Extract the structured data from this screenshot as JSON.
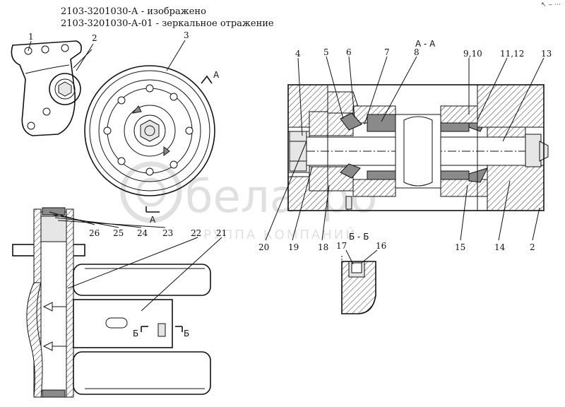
{
  "caption": {
    "line1": "2103-3201030-А - изображено",
    "line2": "2103-3201030-А-01 - зеркальное отражение"
  },
  "corner_mark": "↖ ‒ ⋯",
  "section_titles": {
    "aa": "А - А",
    "bb": "Б - Б"
  },
  "section_marks": {
    "a_top": "А",
    "a_bottom": "А",
    "b_left": "Б",
    "b_right": "Б"
  },
  "callouts": {
    "c1": "1",
    "c2": "2",
    "c3": "3",
    "c4": "4",
    "c5": "5",
    "c6": "6",
    "c7": "7",
    "c8": "8",
    "c910": "9,10",
    "c1112": "11,12",
    "c13": "13",
    "c20": "20",
    "c19": "19",
    "c18": "18",
    "c15": "15",
    "c14": "14",
    "c2b": "2",
    "c17": "17",
    "c16": "16",
    "c26": "26",
    "c25": "25",
    "c24": "24",
    "c23": "23",
    "c22": "22",
    "c21": "21"
  },
  "watermark": {
    "brand": "белагро",
    "subtitle": "ГРУППА КОМПАНИЙ"
  }
}
